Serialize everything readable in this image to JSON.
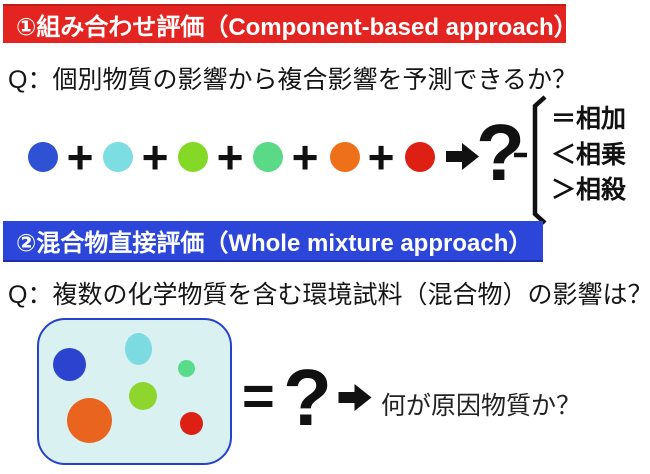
{
  "page": {
    "background": "#ffffff",
    "text_color": "#161616"
  },
  "icons": {
    "arrow": "arrow-right-icon",
    "bracket": "brace-bracket-icon",
    "plus": "plus-operator"
  },
  "section1": {
    "banner": {
      "label": "①組み合わせ評価（Component-based approach）",
      "bg": "#e32420",
      "fg": "#ffffff"
    },
    "question": "Q：個別物質の影響から複合影響を予測できるか？",
    "equation": {
      "operator": "+",
      "result": "?",
      "circles": [
        {
          "name": "blue",
          "color": "#2e52d3"
        },
        {
          "name": "cyan",
          "color": "#7cdde2"
        },
        {
          "name": "yellow-green",
          "color": "#84d927"
        },
        {
          "name": "green",
          "color": "#5ad987"
        },
        {
          "name": "orange",
          "color": "#ee7019"
        },
        {
          "name": "red",
          "color": "#dd2013"
        }
      ],
      "outcomes": [
        {
          "label": "＝相加"
        },
        {
          "label": "＜相乗"
        },
        {
          "label": "＞相殺"
        }
      ]
    }
  },
  "section2": {
    "banner": {
      "label": "②混合物直接評価（Whole mixture approach）",
      "bg": "#2b46d8",
      "fg": "#ffffff"
    },
    "question": "Q：複数の化学物質を含む環境試料（混合物）の影響は？",
    "mixture_box": {
      "border_color": "#2741cd",
      "bg": "#daf1f1",
      "circles": [
        {
          "name": "blue",
          "color": "#2b43cf"
        },
        {
          "name": "cyan",
          "color": "#7cdbe0"
        },
        {
          "name": "green",
          "color": "#58dc8c"
        },
        {
          "name": "yellow-green",
          "color": "#8ed62e"
        },
        {
          "name": "orange",
          "color": "#e8641f"
        },
        {
          "name": "red",
          "color": "#dd2013"
        }
      ]
    },
    "equals": "=",
    "result": "?",
    "conclusion": "何が原因物質か？"
  }
}
